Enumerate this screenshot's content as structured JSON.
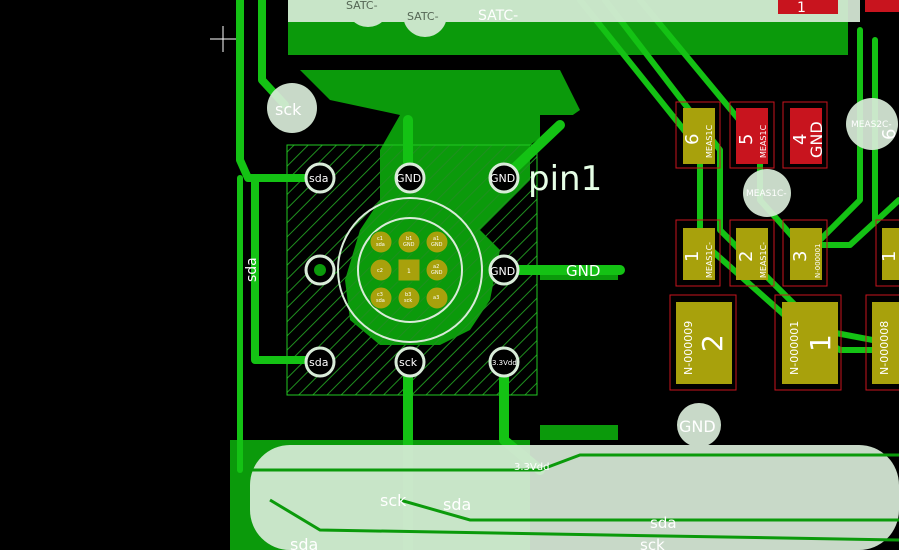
{
  "colors": {
    "background": "#000000",
    "copper": "#0b9a0b",
    "copper_light": "#12b312",
    "track": "#14c214",
    "hatch": "#1f8f1f",
    "pad_gold": "#a8a10c",
    "pad_red": "#c8141e",
    "ghost": "#d9ecd9",
    "outline": "#22c922"
  },
  "labels": {
    "satc_1": "SATC-",
    "satc_2": "SATC-",
    "satc_3": "SATC-",
    "sck_top": "sck",
    "pin1": "pin1",
    "gnd_net": "GND",
    "sda_vertical": "sda",
    "sda_pad_1": "sda",
    "gnd_pad_1": "GND",
    "gnd_pad_2": "GND",
    "gnd_pad_3": "GND",
    "sda_pad_2": "sda",
    "sck_pad": "sck",
    "vdd_pad": "3.3Vdd",
    "vdd_trace": "3.3Vdd",
    "sck_bottom": "sck",
    "sda_bottom_1": "sda",
    "sda_bottom_2": "sda",
    "sda_bottom_3": "sda",
    "sck_bottom_2": "sck",
    "gnd_via": "GND",
    "meas2c_via": "MEAS2C-",
    "meas1c_via": "MEAS1C-",
    "pad_6_num": "6",
    "pad_6_net": "MEAS1C",
    "pad_5_num": "5",
    "pad_5_net": "MEAS1C",
    "pad_4_num": "4",
    "pad_4_net": "GND",
    "pad_1a_num": "1",
    "pad_1a_net": "MEAS1C-",
    "pad_2a_num": "2",
    "pad_2a_net": "MEAS1C-",
    "pad_3a_num": "3",
    "pad_3a_net": "N-000001",
    "pad_1b_num": "1",
    "pad_2b_num": "2",
    "pad_2b_net": "N-000009",
    "pad_1c_num": "1",
    "pad_1c_net": "N-000001",
    "pad_6b_net": "N-000008",
    "pad_6b_num": "6",
    "pad_edge_num": "1"
  },
  "center_pads": [
    {
      "num": "c1",
      "net": "sda"
    },
    {
      "num": "b1",
      "net": "GND"
    },
    {
      "num": "a1",
      "net": "GND"
    },
    {
      "num": "c2",
      "net": ""
    },
    {
      "num": "1",
      "net": ""
    },
    {
      "num": "a2",
      "net": "GND"
    },
    {
      "num": "c3",
      "net": "sda"
    },
    {
      "num": "b3",
      "net": "sck"
    },
    {
      "num": "a3",
      "net": ""
    }
  ]
}
